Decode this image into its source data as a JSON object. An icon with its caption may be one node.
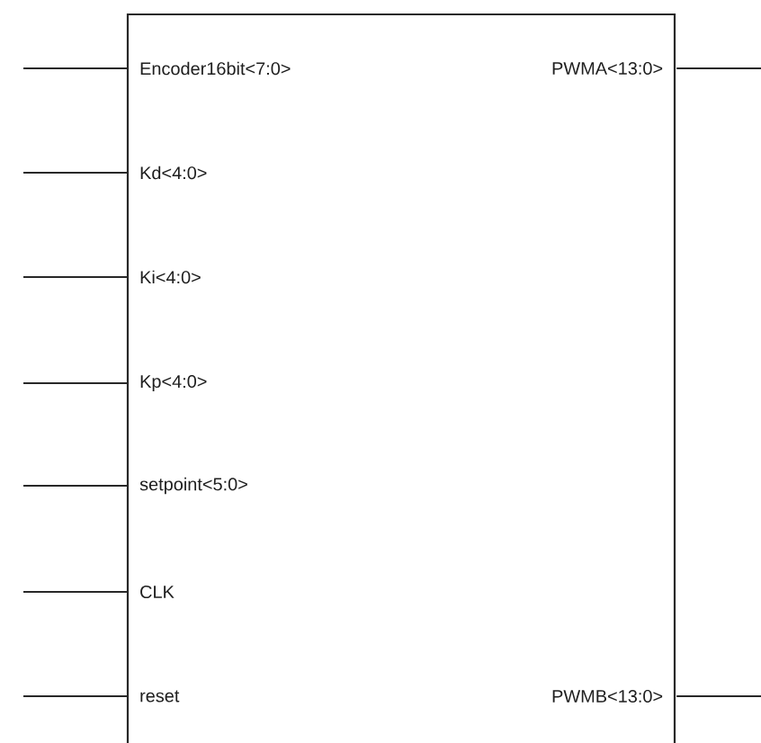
{
  "diagram": {
    "nodes": [
      {
        "text": [],
        "shape": "box"
      },
      {
        "text": [
          "Encoder16bit<7:0>"
        ],
        "in": 0
      },
      {
        "text": [
          "PWMA<13:0>"
        ],
        "in": 0
      },
      {
        "text": [
          "Kd<4:0>"
        ],
        "in": 0
      },
      {
        "text": [
          "Ki<4:0>"
        ],
        "in": 0
      },
      {
        "text": [
          "Kp<4:0>"
        ],
        "in": 0
      },
      {
        "text": [
          "setpoint<5:0>"
        ],
        "in": 0
      },
      {
        "text": [
          "CLK"
        ],
        "in": 0
      },
      {
        "text": [
          "reset"
        ],
        "in": 0
      },
      {
        "text": [
          "PWMB<13:0>"
        ],
        "in": 0
      }
    ],
    "edges": [
      {
        "from": null,
        "to": 1,
        "arrow": "none"
      },
      {
        "from": 2,
        "to": null,
        "arrow": "none"
      },
      {
        "from": null,
        "to": 3,
        "arrow": "none"
      },
      {
        "from": null,
        "to": 4,
        "arrow": "none"
      },
      {
        "from": null,
        "to": 5,
        "arrow": "none"
      },
      {
        "from": null,
        "to": 6,
        "arrow": "none"
      },
      {
        "from": null,
        "to": 7,
        "arrow": "none"
      },
      {
        "from": null,
        "to": 8,
        "arrow": "none"
      },
      {
        "from": 9,
        "to": null,
        "arrow": "none"
      }
    ]
  }
}
